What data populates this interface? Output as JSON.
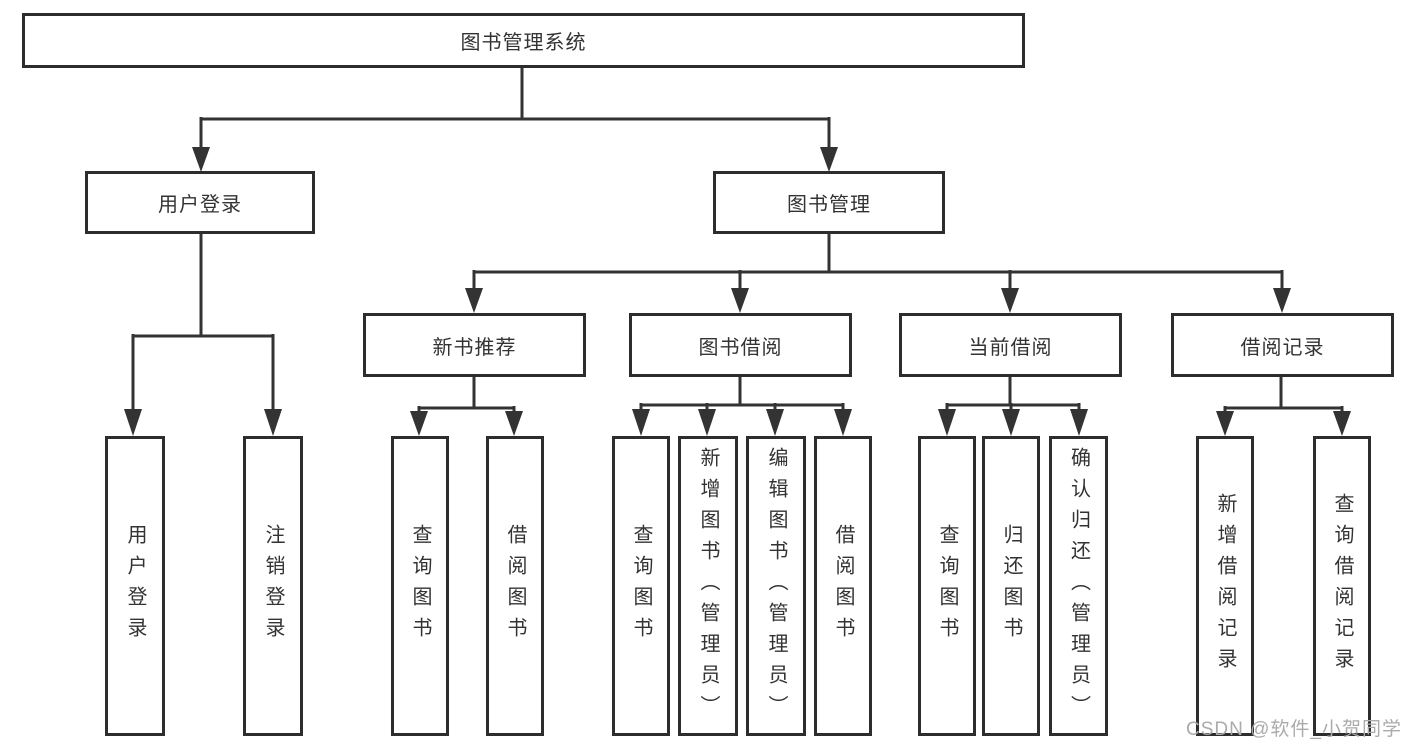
{
  "tree": {
    "label": "图书管理系统",
    "children": [
      {
        "label": "用户登录",
        "children": [
          {
            "label": "用户登录"
          },
          {
            "label": "注销登录"
          }
        ]
      },
      {
        "label": "图书管理",
        "children": [
          {
            "label": "新书推荐",
            "children": [
              {
                "label": "查询图书"
              },
              {
                "label": "借阅图书"
              }
            ]
          },
          {
            "label": "图书借阅",
            "children": [
              {
                "label": "查询图书"
              },
              {
                "label": "新增图书（管理员）"
              },
              {
                "label": "编辑图书（管理员）"
              },
              {
                "label": "借阅图书"
              }
            ]
          },
          {
            "label": "当前借阅",
            "children": [
              {
                "label": "查询图书"
              },
              {
                "label": "归还图书"
              },
              {
                "label": "确认归还（管理员）"
              }
            ]
          },
          {
            "label": "借阅记录",
            "children": [
              {
                "label": "新增借阅记录"
              },
              {
                "label": "查询借阅记录"
              }
            ]
          }
        ]
      }
    ]
  },
  "watermark": {
    "text": "CSDN @软件_小贺同学"
  },
  "colors": {
    "line": "#333333",
    "box_border": "#2d2d2d",
    "box_fill": "#ffffff",
    "text": "#333333",
    "watermark": "#ababab",
    "background": "#ffffff"
  }
}
